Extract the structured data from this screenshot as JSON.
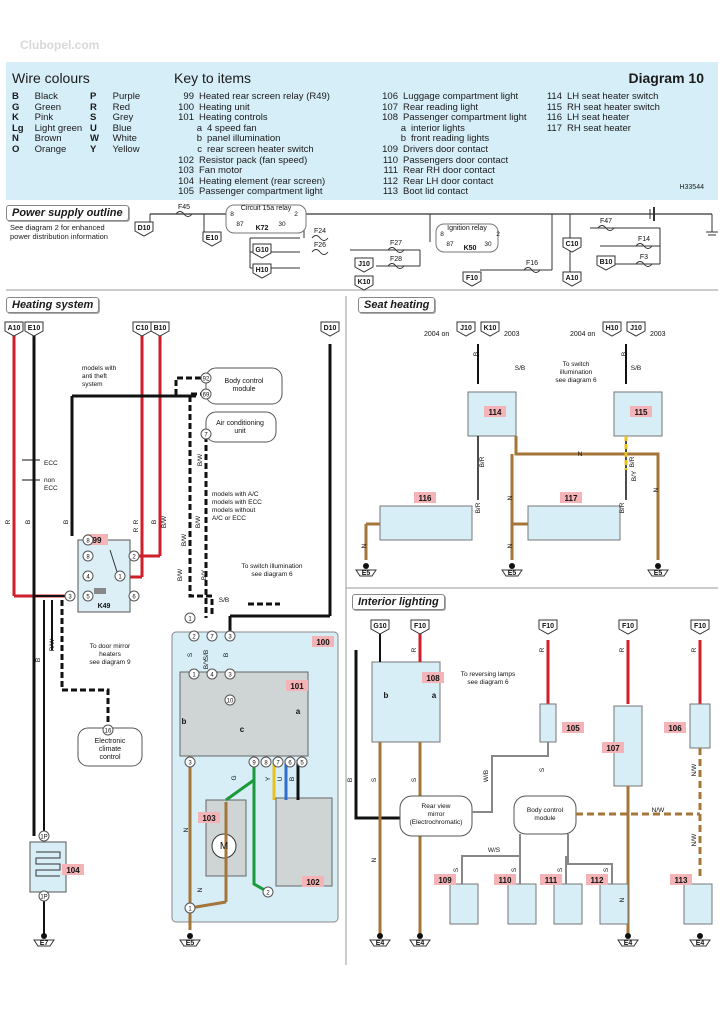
{
  "watermark": "Clubopel.com",
  "header": {
    "wire_colours_title": "Wire colours",
    "wire_colours": [
      {
        "code": "B",
        "name": "Black"
      },
      {
        "code": "G",
        "name": "Green"
      },
      {
        "code": "K",
        "name": "Pink"
      },
      {
        "code": "Lg",
        "name": "Light green"
      },
      {
        "code": "N",
        "name": "Brown"
      },
      {
        "code": "O",
        "name": "Orange"
      },
      {
        "code": "P",
        "name": "Purple"
      },
      {
        "code": "R",
        "name": "Red"
      },
      {
        "code": "S",
        "name": "Grey"
      },
      {
        "code": "U",
        "name": "Blue"
      },
      {
        "code": "W",
        "name": "White"
      },
      {
        "code": "Y",
        "name": "Yellow"
      }
    ],
    "key_title": "Key to items",
    "key_col1": [
      {
        "num": "99",
        "text": "Heated rear screen relay (R49)"
      },
      {
        "num": "100",
        "text": "Heating unit"
      },
      {
        "num": "101",
        "text": "Heating controls"
      },
      {
        "num": "a",
        "text": "4 speed fan"
      },
      {
        "num": "b",
        "text": "panel illumination"
      },
      {
        "num": "c",
        "text": "rear screen heater switch"
      },
      {
        "num": "102",
        "text": "Resistor pack (fan speed)"
      },
      {
        "num": "103",
        "text": "Fan motor"
      },
      {
        "num": "104",
        "text": "Heating element (rear screen)"
      },
      {
        "num": "105",
        "text": "Passenger compartment light"
      }
    ],
    "key_col2": [
      {
        "num": "106",
        "text": "Luggage compartment light"
      },
      {
        "num": "107",
        "text": "Rear reading light"
      },
      {
        "num": "108",
        "text": "Passenger compartment light"
      },
      {
        "num": "a",
        "text": "interior lights"
      },
      {
        "num": "b",
        "text": "front reading lights"
      },
      {
        "num": "109",
        "text": "Drivers door contact"
      },
      {
        "num": "110",
        "text": "Passengers door contact"
      },
      {
        "num": "111",
        "text": "Rear RH door contact"
      },
      {
        "num": "112",
        "text": "Rear LH door contact"
      },
      {
        "num": "113",
        "text": "Boot lid contact"
      }
    ],
    "key_col3": [
      {
        "num": "114",
        "text": "LH seat heater switch"
      },
      {
        "num": "115",
        "text": "RH seat heater switch"
      },
      {
        "num": "116",
        "text": "LH seat heater"
      },
      {
        "num": "117",
        "text": "RH seat heater"
      }
    ],
    "diagram_label": "Diagram 10",
    "ref": "H33544"
  },
  "power_supply": {
    "title": "Power supply outline",
    "note": [
      "See diagram 2 for enhanced",
      "power distribution information"
    ],
    "circuit_relay": "Circuit 15a relay",
    "circuit_relay_id": "K72",
    "ignition_relay": "Ignition relay",
    "ignition_relay_id": "K50",
    "fuses": [
      "F45",
      "F24",
      "F26",
      "F27",
      "F28",
      "F16",
      "F47",
      "F14",
      "F3"
    ],
    "terminals": [
      "D10",
      "E10",
      "G10",
      "H10",
      "J10",
      "K10",
      "F10",
      "C10",
      "B10",
      "A10"
    ],
    "pins": [
      "8",
      "87",
      "30",
      "2",
      "8",
      "87",
      "30",
      "2"
    ]
  },
  "heating": {
    "title": "Heating system",
    "models_anti_theft": [
      "models with",
      "anti theft",
      "system"
    ],
    "body_control": [
      "Body control",
      "module"
    ],
    "air_con": [
      "Air conditioning",
      "unit"
    ],
    "ecc": "ECC",
    "non_ecc": [
      "non",
      "ECC"
    ],
    "models_ac": [
      "models with A/C",
      "models with ECC",
      "models without",
      "A/C or ECC"
    ],
    "switch_illum": [
      "To switch illumination",
      "see diagram 6"
    ],
    "door_mirror": [
      "To door mirror",
      "heaters",
      "see diagram 9"
    ],
    "climate": [
      "Electronic",
      "climate",
      "control"
    ],
    "relay_id": "K49",
    "wire_labels": [
      "R",
      "B",
      "B",
      "R",
      "B",
      "B/W",
      "B/W",
      "R/W",
      "S/B",
      "B",
      "B/W",
      "B/Y",
      "S",
      "S/B",
      "N",
      "G",
      "Y",
      "U",
      "B",
      "R",
      "N",
      "B",
      "B/Y",
      "B/W",
      "B/W"
    ],
    "pins": [
      "92",
      "69",
      "7",
      "16",
      "8",
      "2",
      "4",
      "1",
      "5",
      "3",
      "6",
      "3",
      "2",
      "7",
      "3",
      "4",
      "1",
      "10",
      "3",
      "9",
      "8",
      "7",
      "6",
      "5",
      "1",
      "2",
      "1",
      "8",
      "1P",
      "1P"
    ],
    "items": [
      "99",
      "100",
      "101",
      "102",
      "103",
      "104"
    ],
    "earths": [
      "E7",
      "E5"
    ],
    "terminals": [
      "A10",
      "E10",
      "C10",
      "B10",
      "D10"
    ],
    "motor": "M",
    "sub_a": "a",
    "sub_b": "b",
    "sub_c": "c"
  },
  "seat": {
    "title": "Seat heating",
    "year_a": "2004 on",
    "year_b": "2003",
    "switch_illum": [
      "To switch",
      "illumination",
      "see diagram 6"
    ],
    "items": [
      "114",
      "115",
      "116",
      "117"
    ],
    "wire_labels": [
      "B",
      "B",
      "S/B",
      "S/B",
      "B/R",
      "B/R",
      "N",
      "B/Y",
      "B/R",
      "B/R",
      "N",
      "N",
      "N",
      "N"
    ],
    "terminals": [
      "J10",
      "K10",
      "H10",
      "J10"
    ],
    "earths": [
      "E5",
      "E5",
      "E5"
    ]
  },
  "interior": {
    "title": "Interior lighting",
    "reversing": [
      "To reversing lamps",
      "see diagram 6"
    ],
    "rear_view": [
      "Rear view",
      "mirror",
      "(Electrochromatic)"
    ],
    "body_control": [
      "Body control",
      "module"
    ],
    "items": [
      "105",
      "106",
      "107",
      "108",
      "109",
      "110",
      "111",
      "112",
      "113"
    ],
    "wire_labels": [
      "R",
      "R",
      "R",
      "R",
      "B",
      "S",
      "W/B",
      "S",
      "W/S",
      "N/W",
      "N/W",
      "N/W",
      "S",
      "S",
      "S",
      "S",
      "S",
      "N",
      "N"
    ],
    "terminals": [
      "G10",
      "F10",
      "F10",
      "F10",
      "F10"
    ],
    "earths": [
      "E4",
      "E4",
      "E4",
      "E4"
    ],
    "sub_a": "a",
    "sub_b": "b"
  }
}
